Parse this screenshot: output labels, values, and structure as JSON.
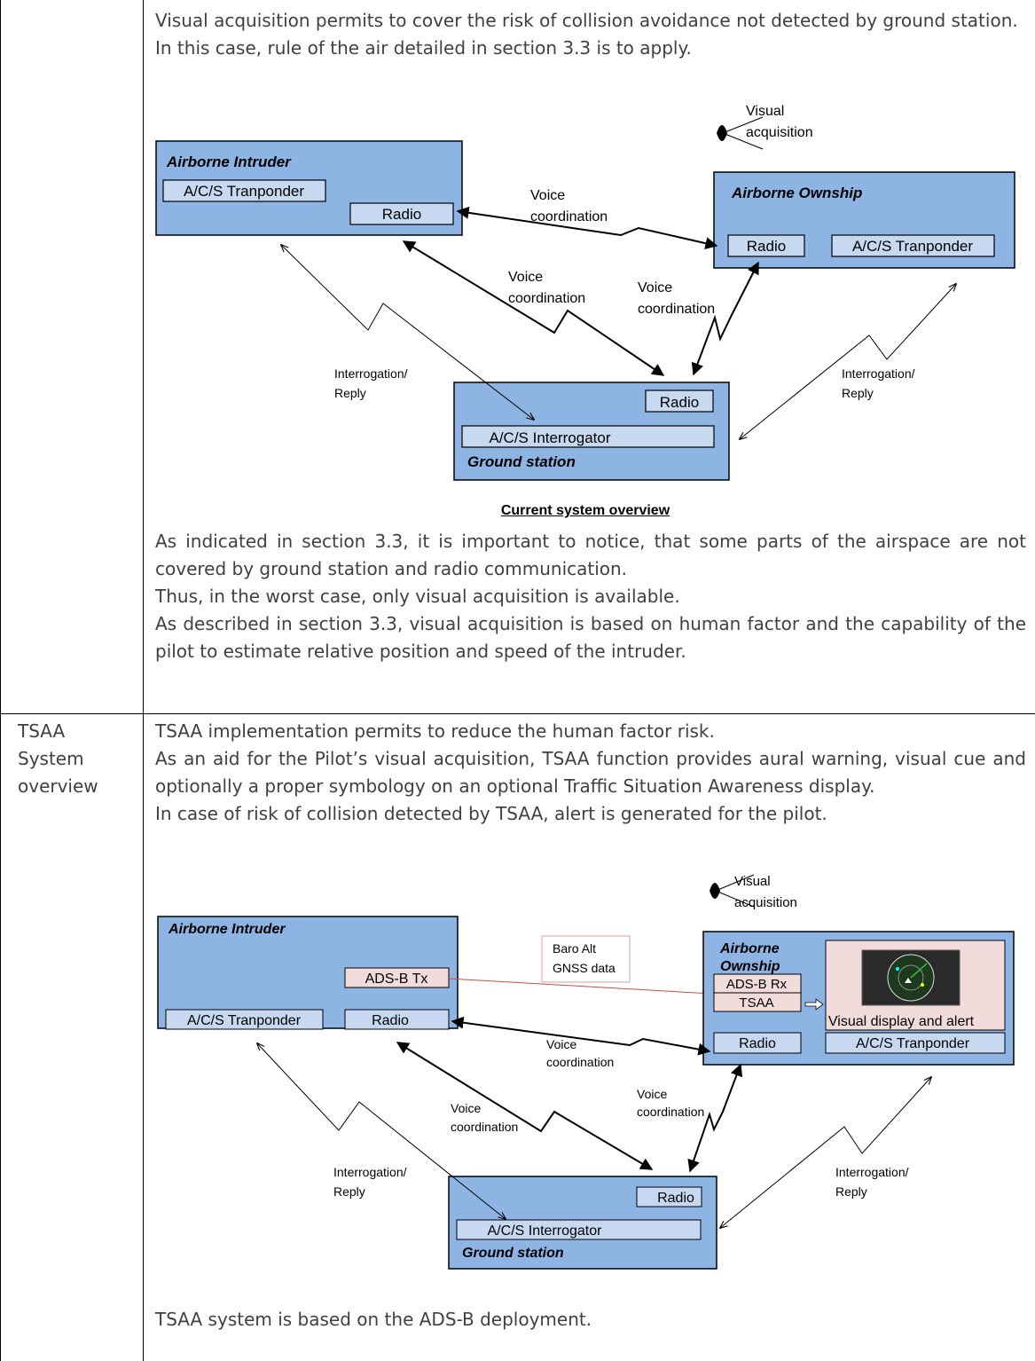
{
  "section1": {
    "para1": "Visual acquisition permits to cover the risk of collision avoidance not detected by ground station.",
    "para2": "In this case, rule of the air detailed in section 3.3 is to apply.",
    "caption": "Current system overview",
    "para3": "As indicated in section 3.3, it is important to notice, that some parts of the airspace are not covered by ground station and radio communication.",
    "para4": "Thus, in the worst case, only visual acquisition is available.",
    "para5": "As described in section 3.3, visual acquisition is based on human factor and the capability of the pilot to estimate relative position and speed of the intruder."
  },
  "diagram1": {
    "intruder_title": "Airborne Intruder",
    "intruder_transponder": "A/C/S Tranponder",
    "intruder_radio": "Radio",
    "ownship_title": "Airborne Ownship",
    "ownship_radio": "Radio",
    "ownship_transponder": "A/C/S Tranponder",
    "ground_title": "Ground station",
    "ground_radio": "Radio",
    "ground_interrogator": "A/C/S Interrogator",
    "visual_1": "Visual",
    "visual_2": "acquisition",
    "voice_a_1": "Voice",
    "voice_a_2": "coordination",
    "voice_b_1": "Voice",
    "voice_b_2": "coordination",
    "voice_c_1": "Voice",
    "voice_c_2": "coordination",
    "interrog_left_1": "Interrogation/",
    "interrog_left_2": "Reply",
    "interrog_right_1": "Interrogation/",
    "interrog_right_2": "Reply"
  },
  "section2": {
    "label_1": "TSAA",
    "label_2": "System",
    "label_3": "overview",
    "para1": "TSAA implementation permits to reduce the human factor risk.",
    "para2": "As an aid for the Pilot’s visual acquisition, TSAA function provides aural warning, visual cue and optionally a proper symbology on an optional Traffic Situation Awareness display.",
    "para3": "In case of risk of collision detected by TSAA, alert is generated for the pilot.",
    "para4": "TSAA system is based on the ADS-B deployment."
  },
  "diagram2": {
    "intruder_title": "Airborne Intruder",
    "intruder_adsb_tx": "ADS-B Tx",
    "intruder_transponder": "A/C/S Tranponder",
    "intruder_radio": "Radio",
    "baro_1": "Baro Alt",
    "baro_2": "GNSS data",
    "ownship_title_1": "Airborne",
    "ownship_title_2": "Ownship",
    "ownship_adsb_rx": "ADS-B Rx",
    "ownship_tsaa": "TSAA",
    "ownship_display": "Visual display and alert",
    "ownship_radio": "Radio",
    "ownship_transponder": "A/C/S Tranponder",
    "ground_title": "Ground station",
    "ground_radio": "Radio",
    "ground_interrogator": "A/C/S Interrogator",
    "visual_1": "Visual",
    "visual_2": "acquisition",
    "voice_a_1": "Voice",
    "voice_a_2": "coordination",
    "voice_b_1": "Voice",
    "voice_b_2": "coordination",
    "voice_c_1": "Voice",
    "voice_c_2": "coordination",
    "interrog_left_1": "Interrogation/",
    "interrog_left_2": "Reply",
    "interrog_right_1": "Interrogation/",
    "interrog_right_2": "Reply"
  },
  "colors": {
    "box_fill": "#8eb4e3",
    "inner_fill": "#c6d9f1",
    "pink_fill": "#f2dcdb",
    "red_line": "#c0504d"
  }
}
